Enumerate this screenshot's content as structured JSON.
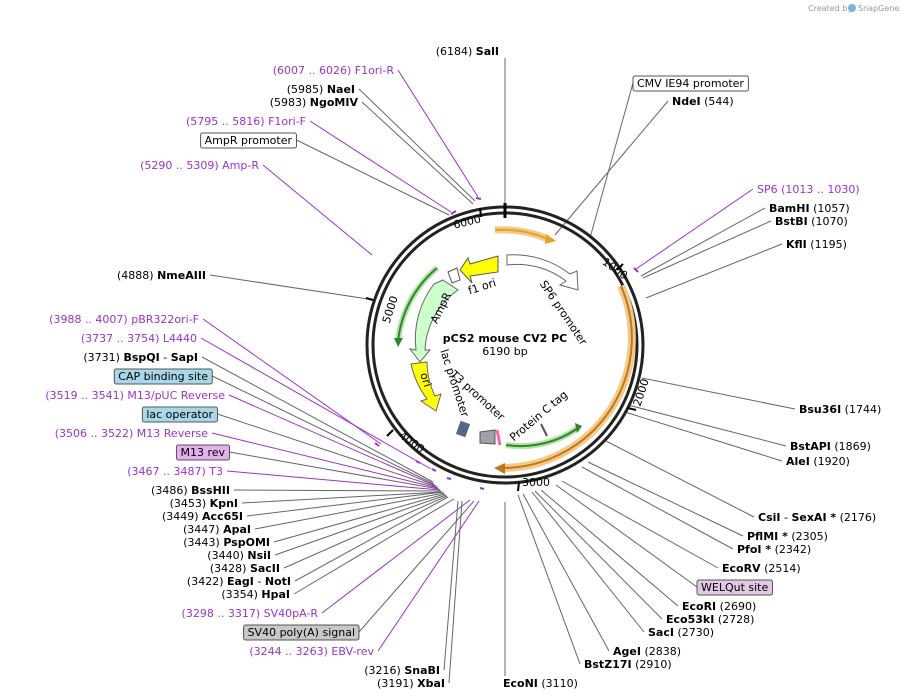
{
  "watermark": {
    "created_by": "Created by",
    "brand": "SnapGene"
  },
  "plasmid": {
    "name": "pCS2 mouse CV2 PC",
    "size": "6190 bp",
    "length": 6190
  },
  "ticks": [
    "1000",
    "2000",
    "3000",
    "4000",
    "5000",
    "6000"
  ],
  "features_on_map": [
    "f1 ori",
    "SP6 promoter",
    "AmpR",
    "ori",
    "lac promoter",
    "T3 promoter",
    "Protein C tag"
  ],
  "colors": {
    "purple": "#9b32c8",
    "yellow": "#ffff00",
    "orange": "#e8a02a",
    "green": "#b8f0b8",
    "box_blue": "#a8d8e8",
    "box_pink": "#e2c8e2",
    "box_purple": "#e6b0f0",
    "box_gray": "#c8c8c8"
  },
  "labels": [
    {
      "id": "sali",
      "pos": "(6184)",
      "name": "SalI",
      "type": "enzyme"
    },
    {
      "id": "f1ori-r",
      "pos": "(6007 .. 6026)",
      "name": "F1ori-R",
      "type": "primer"
    },
    {
      "id": "naei",
      "pos": "(5985)",
      "name": "NaeI",
      "type": "enzyme"
    },
    {
      "id": "ngomiv",
      "pos": "(5983)",
      "name": "NgoMIV",
      "type": "enzyme"
    },
    {
      "id": "f1ori-f",
      "pos": "(5795 .. 5816)",
      "name": "F1ori-F",
      "type": "primer"
    },
    {
      "id": "ampr-promoter",
      "name": "AmpR promoter",
      "type": "box-white"
    },
    {
      "id": "amp-r",
      "pos": "(5290 .. 5309)",
      "name": "Amp-R",
      "type": "primer"
    },
    {
      "id": "nmeaiii",
      "pos": "(4888)",
      "name": "NmeAIII",
      "type": "enzyme"
    },
    {
      "id": "pbr322ori-f",
      "pos": "(3988 .. 4007)",
      "name": "pBR322ori-F",
      "type": "primer"
    },
    {
      "id": "l4440",
      "pos": "(3737 .. 3754)",
      "name": "L4440",
      "type": "primer"
    },
    {
      "id": "bspqi",
      "pos": "(3731)",
      "name": "BspQI",
      "name2": "SapI",
      "type": "enzyme2"
    },
    {
      "id": "cap-binding-site",
      "name": "CAP binding site",
      "type": "box-blue"
    },
    {
      "id": "m13-puc-reverse",
      "pos": "(3519 .. 3541)",
      "name": "M13/pUC Reverse",
      "type": "primer"
    },
    {
      "id": "lac-operator",
      "name": "lac operator",
      "type": "box-blue"
    },
    {
      "id": "m13-reverse",
      "pos": "(3506 .. 3522)",
      "name": "M13 Reverse",
      "type": "primer"
    },
    {
      "id": "m13-rev",
      "name": "M13 rev",
      "type": "box-purple"
    },
    {
      "id": "t3",
      "pos": "(3467 .. 3487)",
      "name": "T3",
      "type": "primer"
    },
    {
      "id": "bsshii",
      "pos": "(3486)",
      "name": "BssHII",
      "type": "enzyme"
    },
    {
      "id": "kpni",
      "pos": "(3453)",
      "name": "KpnI",
      "type": "enzyme"
    },
    {
      "id": "acc65i",
      "pos": "(3449)",
      "name": "Acc65I",
      "type": "enzyme"
    },
    {
      "id": "apai",
      "pos": "(3447)",
      "name": "ApaI",
      "type": "enzyme"
    },
    {
      "id": "pspomi",
      "pos": "(3443)",
      "name": "PspOMI",
      "type": "enzyme"
    },
    {
      "id": "nsii",
      "pos": "(3440)",
      "name": "NsiI",
      "type": "enzyme"
    },
    {
      "id": "sacii",
      "pos": "(3428)",
      "name": "SacII",
      "type": "enzyme"
    },
    {
      "id": "eagi",
      "pos": "(3422)",
      "name": "EagI",
      "name2": "NotI",
      "type": "enzyme2"
    },
    {
      "id": "hpai",
      "pos": "(3354)",
      "name": "HpaI",
      "type": "enzyme"
    },
    {
      "id": "sv40pa-r",
      "pos": "(3298 .. 3317)",
      "name": "SV40pA-R",
      "type": "primer"
    },
    {
      "id": "sv40-polya",
      "name": "SV40 poly(A) signal",
      "type": "box-gray"
    },
    {
      "id": "ebv-rev",
      "pos": "(3244 .. 3263)",
      "name": "EBV-rev",
      "type": "primer"
    },
    {
      "id": "snabi",
      "pos": "(3216)",
      "name": "SnaBI",
      "type": "enzyme"
    },
    {
      "id": "xbai",
      "pos": "(3191)",
      "name": "XbaI",
      "type": "enzyme"
    },
    {
      "id": "econi",
      "pos": "(3110)",
      "name": "EcoNI",
      "type": "enzyme-after"
    },
    {
      "id": "cmv-ie94",
      "name": "CMV IE94 promoter",
      "type": "box-white"
    },
    {
      "id": "ndei",
      "pos": "(544)",
      "name": "NdeI",
      "type": "enzyme-after"
    },
    {
      "id": "sp6",
      "pos": "(1013 .. 1030)",
      "name": "SP6",
      "type": "primer-after"
    },
    {
      "id": "bamhi",
      "pos": "(1057)",
      "name": "BamHI",
      "type": "enzyme-after"
    },
    {
      "id": "bstbi",
      "pos": "(1070)",
      "name": "BstBI",
      "type": "enzyme-after"
    },
    {
      "id": "kfli",
      "pos": "(1195)",
      "name": "KflI",
      "type": "enzyme-after"
    },
    {
      "id": "bsu36i",
      "pos": "(1744)",
      "name": "Bsu36I",
      "type": "enzyme-after"
    },
    {
      "id": "bstapi",
      "pos": "(1869)",
      "name": "BstAPI",
      "type": "enzyme-after"
    },
    {
      "id": "alei",
      "pos": "(1920)",
      "name": "AleI",
      "type": "enzyme-after"
    },
    {
      "id": "csii",
      "pos": "(2176)",
      "name": "CsiI",
      "name2": "SexAI *",
      "type": "enzyme2-after"
    },
    {
      "id": "pflmi",
      "pos": "(2305)",
      "name": "PflMI *",
      "type": "enzyme-after"
    },
    {
      "id": "pfoi",
      "pos": "(2342)",
      "name": "PfoI *",
      "type": "enzyme-after"
    },
    {
      "id": "ecorv",
      "pos": "(2514)",
      "name": "EcoRV",
      "type": "enzyme-after"
    },
    {
      "id": "welqut",
      "name": "WELQut site",
      "type": "box-pink"
    },
    {
      "id": "ecori",
      "pos": "(2690)",
      "name": "EcoRI",
      "type": "enzyme-after"
    },
    {
      "id": "eco53ki",
      "pos": "(2728)",
      "name": "Eco53kI",
      "type": "enzyme-after"
    },
    {
      "id": "saci",
      "pos": "(2730)",
      "name": "SacI",
      "type": "enzyme-after"
    },
    {
      "id": "agei",
      "pos": "(2838)",
      "name": "AgeI",
      "type": "enzyme-after"
    },
    {
      "id": "bstz17i",
      "pos": "(2910)",
      "name": "BstZ17I",
      "type": "enzyme-after"
    }
  ]
}
